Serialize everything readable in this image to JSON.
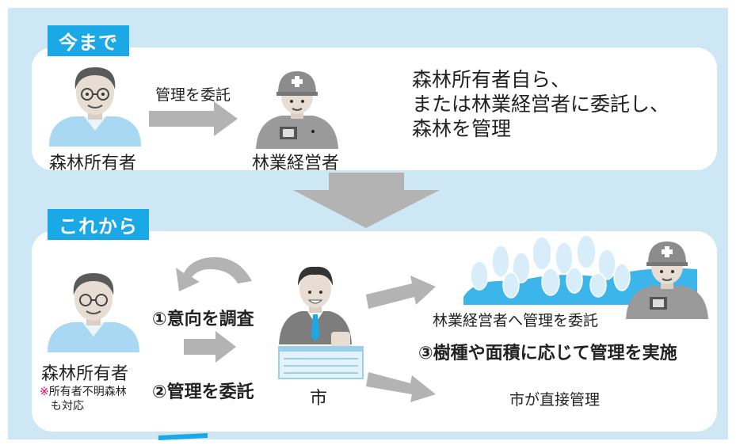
{
  "section_before": {
    "tag": "今まで",
    "owner_label": "森林所有者",
    "arrow_label": "管理を委託",
    "manager_label": "林業経営者",
    "description_lines": [
      "森林所有者自ら、",
      "または林業経営者に委託し、",
      "森林を管理"
    ]
  },
  "section_after": {
    "tag": "これから",
    "owner_label": "森林所有者",
    "owner_note_mark": "※",
    "owner_note_line1": "所有者不明森林",
    "owner_note_line2": "も対応",
    "step1": "①意向を調査",
    "step2": "②管理を委託",
    "city_label": "市",
    "forest_delegate_label": "林業経営者へ管理を委託",
    "step3": "③樹種や面積に応じて管理を実施",
    "city_direct_label": "市が直接管理"
  },
  "colors": {
    "accent": "#1aa8e6",
    "panel_background": "#cde7f5",
    "arrow_gray": "#b3b3b3",
    "note_pink": "#e0006b"
  },
  "icons": [
    "elderly-owner-icon",
    "forestry-worker-icon",
    "city-official-icon",
    "city-hall-icon",
    "forest-icon",
    "down-arrow-icon",
    "curved-arrow-icon"
  ]
}
